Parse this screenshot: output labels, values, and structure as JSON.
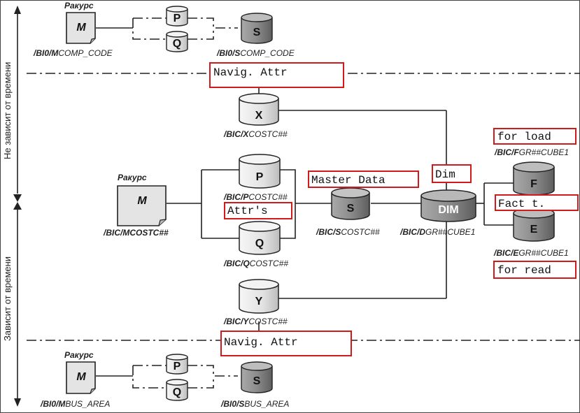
{
  "vertical_labels": {
    "top": "Не зависит от времени",
    "bottom": "Зависит от времени"
  },
  "views": {
    "top_title": "Ракурс",
    "top_letter": "M",
    "center_title": "Ракурс",
    "center_letter": "M",
    "bottom_title": "Ракурс",
    "bottom_letter": "M"
  },
  "cylinders": {
    "top_p": "P",
    "top_q": "Q",
    "top_s": "S",
    "x": "X",
    "p": "P",
    "q": "Q",
    "y": "Y",
    "s": "S",
    "dim": "DIM",
    "f": "F",
    "e": "E",
    "bottom_p": "P",
    "bottom_q": "Q",
    "bottom_s": "S"
  },
  "labels": {
    "top_m": {
      "a": "/BI0/M",
      "b": "COMP_CODE"
    },
    "top_s": {
      "a": "/BI0/S",
      "b": "COMP_CODE"
    },
    "x": {
      "a": "/BIC/X",
      "b": "COSTC##"
    },
    "p": {
      "a": "/BIC/P",
      "b": "COSTC##"
    },
    "center_m": "/BIC/MCOSTC##",
    "s": {
      "a": "/BIC/S",
      "b": "COSTC##"
    },
    "dim": {
      "a": "/BIC/D",
      "b": "GR##CUBE1"
    },
    "f": {
      "a": "/BIC/F",
      "b": "GR##CUBE1"
    },
    "e": {
      "a": "/BIC/E",
      "b": "GR##CUBE1"
    },
    "q": {
      "a": "/BIC/Q",
      "b": "COSTC##"
    },
    "y": {
      "a": "/BIC/Y",
      "b": "COSTC##"
    },
    "bottom_m": {
      "a": "/BI0/M",
      "b": "BUS_AREA"
    },
    "bottom_s": {
      "a": "/BI0/S",
      "b": "BUS_AREA"
    }
  },
  "notes": {
    "navig_top": "Navig. Attr",
    "navig_bottom": "Navig. Attr",
    "for_load": "for load",
    "dim": "Dim",
    "master_data": "Master Data",
    "fact": "Fact t.",
    "attrs": "Attr's",
    "for_read": "for read"
  },
  "colors": {
    "annotation_border": "#d11b1b",
    "cylinder_light": "#e6e6e6",
    "cylinder_dark": "#8a8a8a"
  }
}
